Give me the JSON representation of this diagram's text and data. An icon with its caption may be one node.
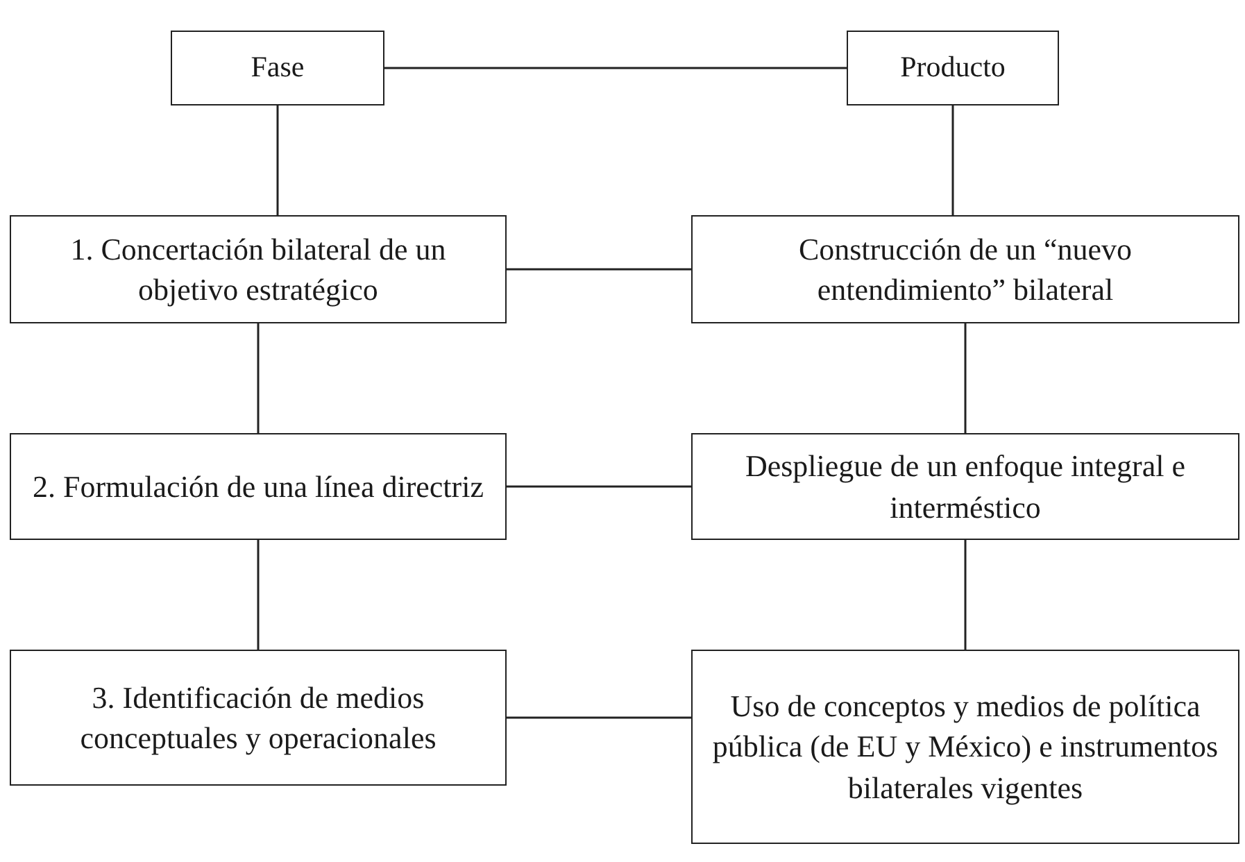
{
  "diagram": {
    "nodes": [
      {
        "text": [
          "Fase"
        ]
      },
      {
        "text": [
          "Producto"
        ]
      },
      {
        "text": [
          "1. Concertación bilateral de un objetivo estratégico"
        ]
      },
      {
        "text": [
          "Construcción de un “nuevo entendimiento” bilateral"
        ]
      },
      {
        "text": [
          "2. Formulación de una línea directriz"
        ]
      },
      {
        "text": [
          "Despliegue de un enfoque integral e interméstico"
        ]
      },
      {
        "text": [
          "3. Identificación de medios conceptuales y operacionales"
        ]
      },
      {
        "text": [
          "Uso de conceptos y medios de política pública (de EU y México) e instrumentos bilaterales vigentes"
        ]
      }
    ],
    "edges": [
      {
        "from": 0,
        "to": 1,
        "arrow": "none"
      },
      {
        "from": 0,
        "to": 2,
        "arrow": "none"
      },
      {
        "from": 1,
        "to": 3,
        "arrow": "none"
      },
      {
        "from": 2,
        "to": 3,
        "arrow": "none"
      },
      {
        "from": 2,
        "to": 4,
        "arrow": "none"
      },
      {
        "from": 3,
        "to": 5,
        "arrow": "none"
      },
      {
        "from": 4,
        "to": 5,
        "arrow": "none"
      },
      {
        "from": 4,
        "to": 6,
        "arrow": "none"
      },
      {
        "from": 5,
        "to": 7,
        "arrow": "none"
      },
      {
        "from": 6,
        "to": 7,
        "arrow": "none"
      }
    ]
  }
}
